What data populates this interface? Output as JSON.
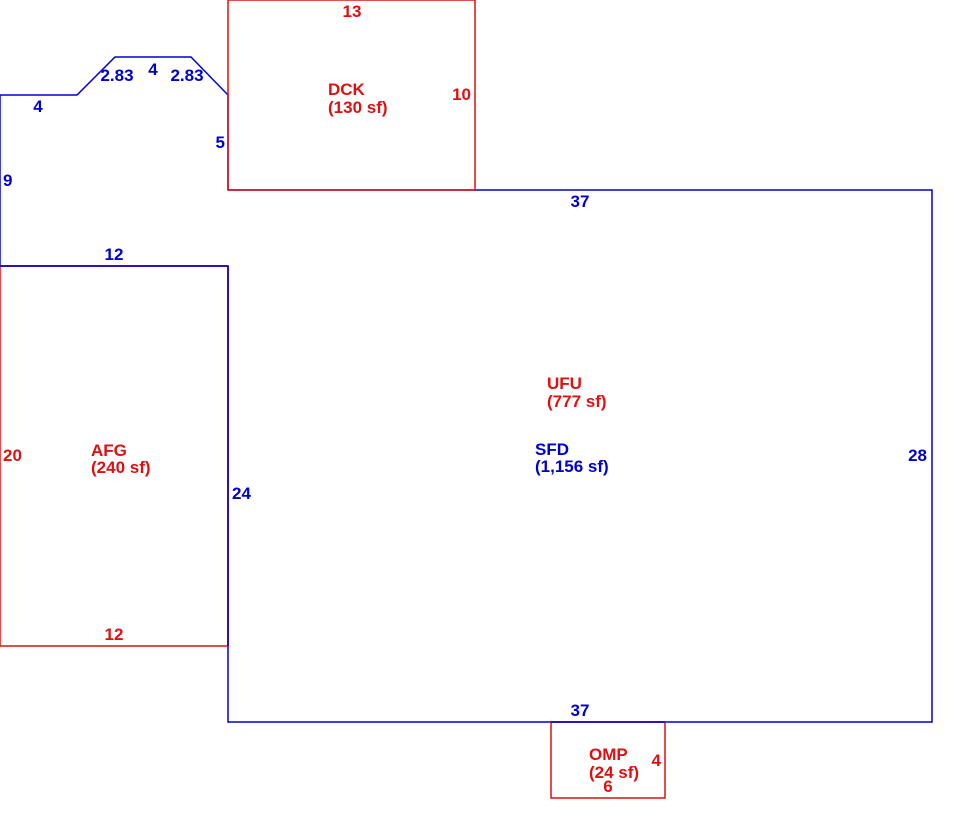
{
  "colors": {
    "living": "#0000cc",
    "addon": "#dd1111",
    "background": "#ffffff"
  },
  "areas": {
    "sfd": {
      "code": "SFD",
      "area": "(1,156 sf)"
    },
    "ufu": {
      "code": "UFU",
      "area": "(777 sf)"
    },
    "afg": {
      "code": "AFG",
      "area": "(240 sf)"
    },
    "dck": {
      "code": "DCK",
      "area": "(130 sf)"
    },
    "omp": {
      "code": "OMP",
      "area": "(24 sf)"
    }
  },
  "dimensions": {
    "sfd_top": "37",
    "sfd_bottom": "37",
    "sfd_right": "28",
    "sfd_inner_left": "24",
    "sfd_ext_top": "12",
    "sfd_ext_left": "9",
    "sfd_ext_step": "4",
    "sfd_bay_left": "2.83",
    "sfd_bay_front": "4",
    "sfd_bay_right": "2.83",
    "sfd_ext_right": "5",
    "dck_top": "13",
    "dck_right": "10",
    "afg_left": "20",
    "afg_bottom": "12",
    "omp_right": "4",
    "omp_bottom": "6"
  }
}
